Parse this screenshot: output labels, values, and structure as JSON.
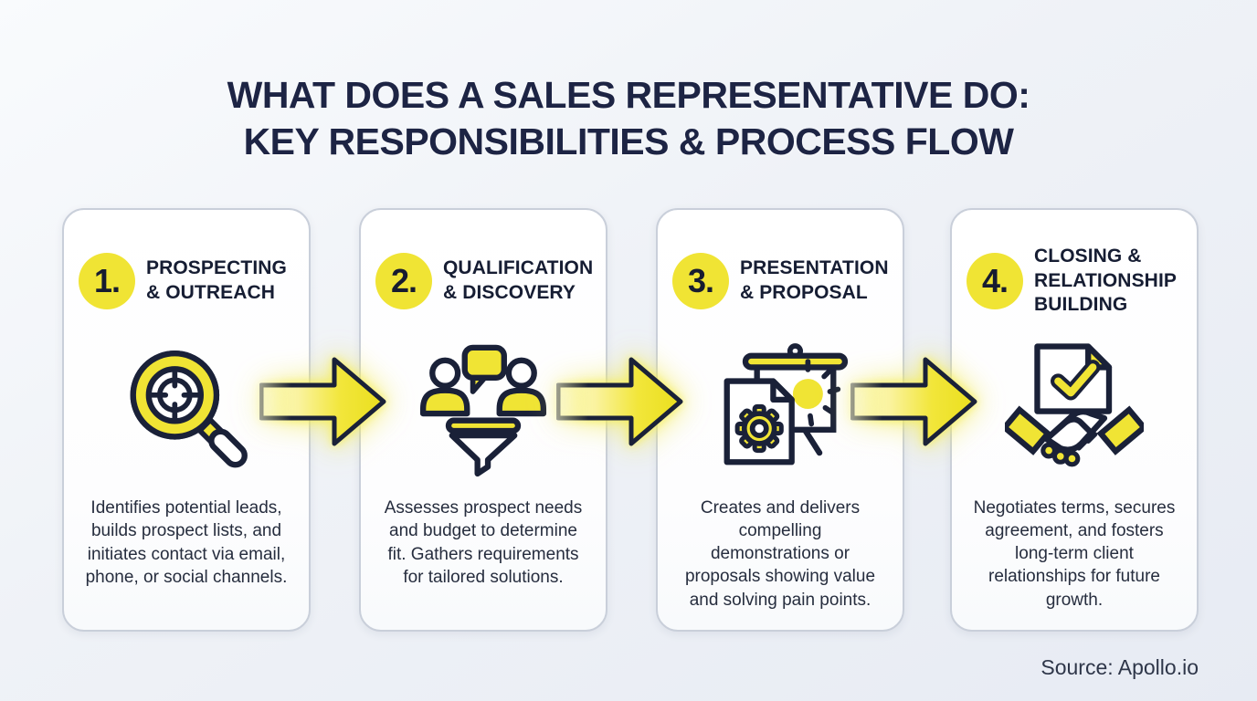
{
  "page": {
    "title_line1": "WHAT DOES A SALES REPRESENTATIVE DO:",
    "title_line2": "KEY RESPONSIBILITIES & PROCESS FLOW",
    "source": "Source: Apollo.io"
  },
  "colors": {
    "accent_yellow": "#F0E434",
    "navy": "#1A2138",
    "background": "#EEF1F6",
    "card_border": "#C9CFDA"
  },
  "flow": {
    "arrow_icon": "flow-arrow-icon",
    "direction": "left-to-right"
  },
  "cards": [
    {
      "number": "1.",
      "title": "PROSPECTING & OUTREACH",
      "icon": "magnifier-target-icon",
      "description": "Identifies potential leads, builds prospect lists, and initiates contact via email, phone, or social channels."
    },
    {
      "number": "2.",
      "title": "QUALIFICATION & DISCOVERY",
      "icon": "people-funnel-icon",
      "description": "Assesses prospect needs and budget to determine fit. Gathers requirements for tailored solutions."
    },
    {
      "number": "3.",
      "title": "PRESENTATION & PROPOSAL",
      "icon": "presentation-gear-icon",
      "description": "Creates and delivers compelling demonstrations or proposals showing value and solving pain points."
    },
    {
      "number": "4.",
      "title": "CLOSING & RELATIONSHIP BUILDING",
      "icon": "contract-handshake-icon",
      "description": "Negotiates terms, secures agreement, and fosters long-term client relationships for future growth."
    }
  ]
}
